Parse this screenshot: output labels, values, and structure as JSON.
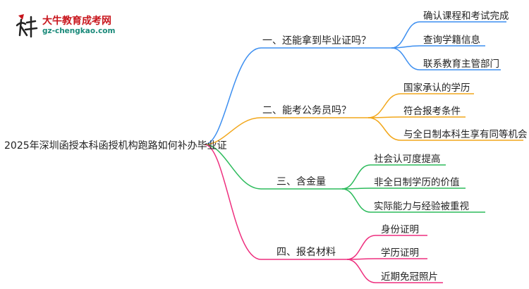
{
  "logo": {
    "title": "大牛教育成考网",
    "url": "gz-chengkao.com"
  },
  "root": "2025年深圳函授本科函授机构跑路如何补办毕业证",
  "branches": [
    {
      "label": "一、还能拿到毕业证吗？",
      "color": "#3d8ff0",
      "leaves": [
        "确认课程和考试完成",
        "查询学籍信息",
        "联系教育主管部门"
      ]
    },
    {
      "label": "二、能考公务员吗？",
      "color": "#f2a71b",
      "leaves": [
        "国家承认的学历",
        "符合报考条件",
        "与全日制本科生享有同等机会"
      ]
    },
    {
      "label": "三、含金量",
      "color": "#2dbb5c",
      "leaves": [
        "社会认可度提高",
        "非全日制学历的价值",
        "实际能力与经验被重视"
      ]
    },
    {
      "label": "四、报名材料",
      "color": "#ee2f7e",
      "leaves": [
        "身份证明",
        "学历证明",
        "近期免冠照片"
      ]
    }
  ]
}
